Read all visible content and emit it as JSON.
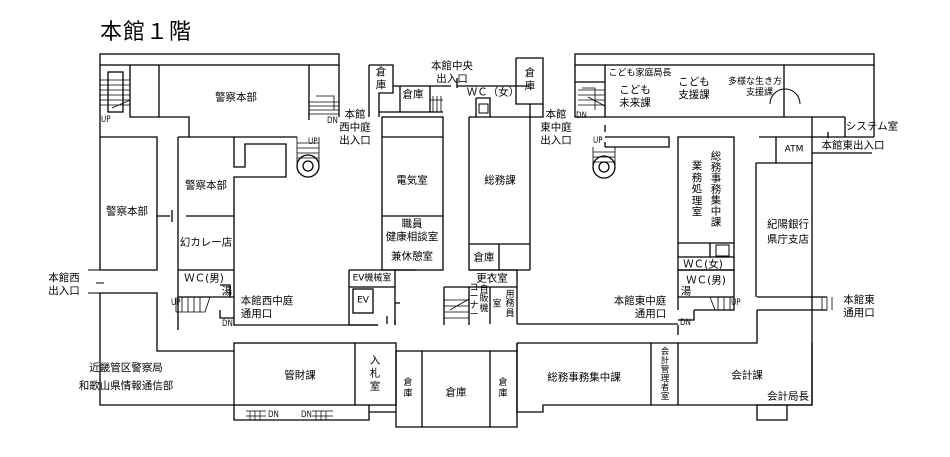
{
  "title": "本館１階",
  "rooms": {
    "police_hq_top": "警察本部",
    "police_hq_mid": "警察本部",
    "police_hq_left": "警察本部",
    "curry_shop": "幻カレー店",
    "wc_men_west": "ＷＣ(男)",
    "hot_water_west": "湯",
    "storage_c1": "倉\n庫",
    "storage_c2": "倉庫",
    "wc_women_center": "ＷＣ（女）",
    "storage_c3": "倉\n庫",
    "electric": "電気室",
    "health": "職員\n健康相談室",
    "lounge": "兼休憩室",
    "general_affairs": "総務課",
    "storage_c4": "倉庫",
    "ev_machine": "EV機械室",
    "ev": "EV",
    "locker": "更衣室",
    "vending": "自\n販\n機",
    "corner": "コ\nー\nナ\nー",
    "janitor": "用\n務\n員",
    "janitor_room": "室",
    "kinki": "近畿管区警察局",
    "wakayama_info": "和歌山県情報通信部",
    "property": "管財課",
    "bidding": "入\n札\n室",
    "storage_b1": "倉\n庫",
    "storage_b2": "倉庫",
    "storage_b3": "倉\n庫",
    "gen_admin_center": "総務事務集中課",
    "accounting_mgr": "会\n計\n管\n理\n者\n室",
    "accounting": "会計課",
    "accounting_director": "会計局長",
    "children_director": "こども家庭局長",
    "children_future": "こども\n未来課",
    "children_support": "こども\n支援課",
    "diverse_life": "多様な生き方\n　　支援課",
    "business_processing": "業\n務\n処\n理\n室",
    "gen_admin_center_v": "総\n務\n事\n務\n集\n中\n課",
    "wc_women_east": "ＷＣ(女)",
    "wc_men_east": "ＷＣ(男)",
    "hot_water_east": "湯",
    "bank": "紀陽銀行\n県庁支店",
    "atm": "ATM",
    "system_room": "システム室"
  },
  "entrances": {
    "west_courtyard": "本館\n西中庭\n出入口",
    "central": "本館中央\n出入口",
    "east_courtyard": "本館\n東中庭\n出入口",
    "east": "本館東出入口",
    "west": "本館西\n出入口",
    "west_courtyard_service": "本館西中庭\n通用口",
    "east_courtyard_service": "本館東中庭\n通用口",
    "east_service": "本館東\n通用口"
  },
  "stairs": {
    "up": "UP",
    "dn": "DN"
  }
}
